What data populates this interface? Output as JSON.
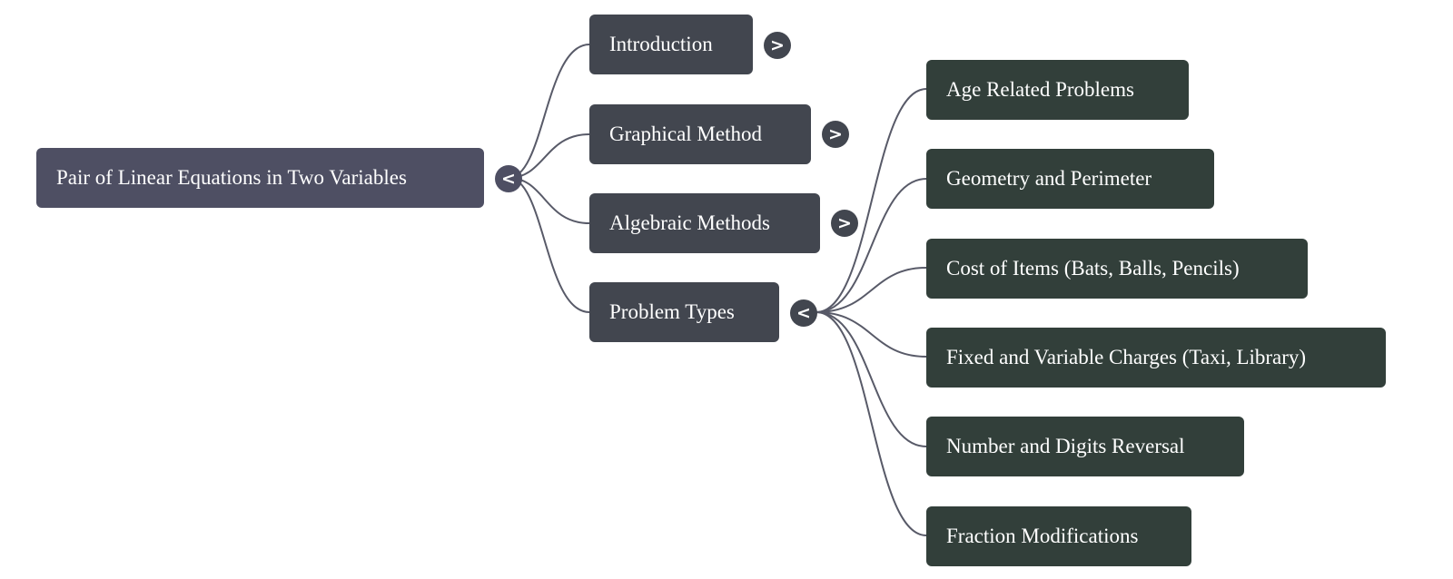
{
  "colors": {
    "root_fill": "#4e4f63",
    "level1_fill": "#42464f",
    "level2_fill": "#323f3a",
    "edge": "#585a68",
    "text": "#ffffff"
  },
  "root": {
    "label": "Pair of Linear Equations in Two Variables",
    "toggle": "<"
  },
  "branches": [
    {
      "label": "Introduction",
      "toggle": ">"
    },
    {
      "label": "Graphical Method",
      "toggle": ">"
    },
    {
      "label": "Algebraic Methods",
      "toggle": ">"
    },
    {
      "label": "Problem Types",
      "toggle": "<"
    }
  ],
  "problem_types": [
    {
      "label": "Age Related Problems"
    },
    {
      "label": "Geometry and Perimeter"
    },
    {
      "label": "Cost of Items (Bats, Balls, Pencils)"
    },
    {
      "label": "Fixed and Variable Charges (Taxi, Library)"
    },
    {
      "label": "Number and Digits Reversal"
    },
    {
      "label": "Fraction Modifications"
    }
  ]
}
